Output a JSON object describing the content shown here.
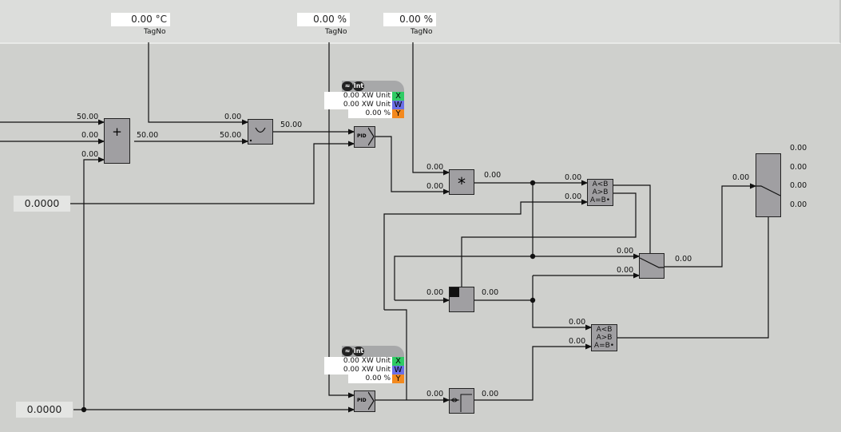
{
  "top_tags": [
    {
      "value": "0.00 °C",
      "label": "TagNo"
    },
    {
      "value": "0.00 %",
      "label": "TagNo"
    },
    {
      "value": "0.00 %",
      "label": "TagNo"
    }
  ],
  "inputs": {
    "const1": "0.0000",
    "const2": "0.0000"
  },
  "adder": {
    "symbol": "+",
    "in1": "50.00",
    "in2": "0.00",
    "in3": "0.00",
    "out": "50.00"
  },
  "selector": {
    "in1": "0.00",
    "in2": "50.00",
    "out": "50.00"
  },
  "pid1": {
    "label": "PID",
    "icons": [
      "hand-icon",
      "int"
    ],
    "icon_text": "Int",
    "rows": [
      {
        "value": "0.00 XW Unit",
        "tag": "X",
        "color": "#2fcb64"
      },
      {
        "value": "0.00 XW Unit",
        "tag": "W",
        "color": "#6b6fe6"
      },
      {
        "value": "0.00 %",
        "tag": "Y",
        "color": "#f3891e"
      }
    ]
  },
  "pid2": {
    "label": "PID",
    "icons": [
      "hand-icon",
      "int"
    ],
    "icon_text": "Int",
    "rows": [
      {
        "value": "0.00 XW Unit",
        "tag": "X",
        "color": "#2fcb64"
      },
      {
        "value": "0.00 XW Unit",
        "tag": "W",
        "color": "#6b6fe6"
      },
      {
        "value": "0.00 %",
        "tag": "Y",
        "color": "#f3891e"
      }
    ]
  },
  "multiplier": {
    "symbol": "*",
    "in1": "0.00",
    "in2": "0.00",
    "out": "0.00"
  },
  "comparator1": {
    "lines": [
      "A<B",
      "A>B",
      "A=B•"
    ],
    "in1": "0.00",
    "in2": "0.00"
  },
  "comparator2": {
    "lines": [
      "A<B",
      "A>B",
      "A=B•"
    ],
    "in1": "0.00",
    "in2": "0.00"
  },
  "switch1": {
    "in1": "0.00",
    "in2": "0.00",
    "out": "0.00"
  },
  "hold_block": {
    "in": "0.00",
    "out": "0.00"
  },
  "step_block": {
    "in": "0.00",
    "out": "0.00"
  },
  "multiplexer": {
    "in": "0.00",
    "outs": [
      "0.00",
      "0.00",
      "0.00",
      "0.00"
    ]
  }
}
